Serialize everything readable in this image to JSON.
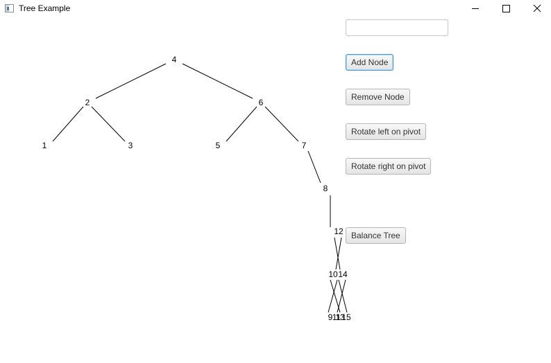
{
  "window": {
    "title": "Tree Example",
    "icon": "java-app-icon",
    "controls": [
      "minimize-icon",
      "maximize-icon",
      "close-icon"
    ]
  },
  "controls": {
    "value_input": {
      "value": "",
      "placeholder": ""
    },
    "add_node_label": "Add Node",
    "remove_node_label": "Remove Node",
    "rotate_left_label": "Rotate left on pivot",
    "rotate_right_label": "Rotate right on pivot",
    "balance_tree_label": "Balance Tree"
  },
  "tree": {
    "node_labels": [
      "4",
      "2",
      "6",
      "1",
      "3",
      "5",
      "7",
      "8",
      "12",
      "10",
      "14",
      "9",
      "11",
      "13",
      "15"
    ],
    "edges": [
      [
        "4",
        "2"
      ],
      [
        "4",
        "6"
      ],
      [
        "2",
        "1"
      ],
      [
        "2",
        "3"
      ],
      [
        "6",
        "5"
      ],
      [
        "6",
        "7"
      ],
      [
        "7",
        "8"
      ],
      [
        "8",
        "12"
      ],
      [
        "12",
        "10"
      ],
      [
        "12",
        "14"
      ],
      [
        "10",
        "9"
      ],
      [
        "10",
        "11"
      ],
      [
        "14",
        "13"
      ],
      [
        "14",
        "15"
      ]
    ]
  }
}
